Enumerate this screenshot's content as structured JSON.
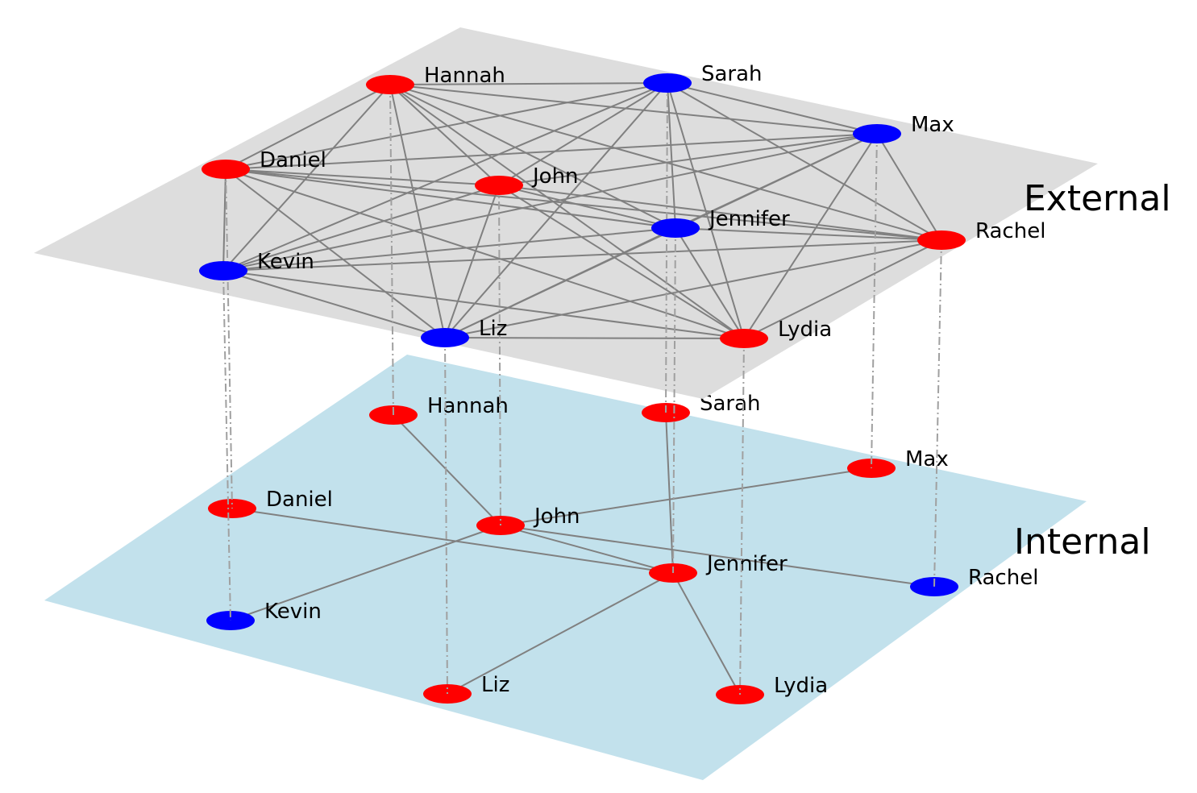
{
  "colors": {
    "external_plane": "#dddddd",
    "internal_plane": "#c2e1ec",
    "edge": "#808080",
    "red": "#ff0000",
    "blue": "#0000ff"
  },
  "layers": [
    {
      "key": "external",
      "title": "External",
      "nodes": [
        {
          "id": "Hannah",
          "label": "Hannah",
          "color": "red"
        },
        {
          "id": "Sarah",
          "label": "Sarah",
          "color": "blue"
        },
        {
          "id": "Max",
          "label": "Max",
          "color": "blue"
        },
        {
          "id": "Daniel",
          "label": "Daniel",
          "color": "red"
        },
        {
          "id": "John",
          "label": "John",
          "color": "red"
        },
        {
          "id": "Jennifer",
          "label": "Jennifer",
          "color": "blue"
        },
        {
          "id": "Rachel",
          "label": "Rachel",
          "color": "red"
        },
        {
          "id": "Kevin",
          "label": "Kevin",
          "color": "blue"
        },
        {
          "id": "Liz",
          "label": "Liz",
          "color": "blue"
        },
        {
          "id": "Lydia",
          "label": "Lydia",
          "color": "red"
        }
      ],
      "edges": [
        [
          "Hannah",
          "Sarah"
        ],
        [
          "Hannah",
          "Max"
        ],
        [
          "Hannah",
          "Daniel"
        ],
        [
          "Hannah",
          "Kevin"
        ],
        [
          "Hannah",
          "Liz"
        ],
        [
          "Hannah",
          "Lydia"
        ],
        [
          "Hannah",
          "Rachel"
        ],
        [
          "Hannah",
          "John"
        ],
        [
          "Hannah",
          "Jennifer"
        ],
        [
          "Sarah",
          "Max"
        ],
        [
          "Sarah",
          "Daniel"
        ],
        [
          "Sarah",
          "John"
        ],
        [
          "Sarah",
          "Jennifer"
        ],
        [
          "Sarah",
          "Rachel"
        ],
        [
          "Sarah",
          "Kevin"
        ],
        [
          "Sarah",
          "Liz"
        ],
        [
          "Sarah",
          "Lydia"
        ],
        [
          "Max",
          "Daniel"
        ],
        [
          "Max",
          "John"
        ],
        [
          "Max",
          "Jennifer"
        ],
        [
          "Max",
          "Rachel"
        ],
        [
          "Max",
          "Kevin"
        ],
        [
          "Max",
          "Liz"
        ],
        [
          "Max",
          "Lydia"
        ],
        [
          "Daniel",
          "John"
        ],
        [
          "Daniel",
          "Jennifer"
        ],
        [
          "Daniel",
          "Rachel"
        ],
        [
          "Daniel",
          "Kevin"
        ],
        [
          "Daniel",
          "Liz"
        ],
        [
          "Daniel",
          "Lydia"
        ],
        [
          "John",
          "Jennifer"
        ],
        [
          "John",
          "Rachel"
        ],
        [
          "John",
          "Kevin"
        ],
        [
          "John",
          "Liz"
        ],
        [
          "John",
          "Lydia"
        ],
        [
          "Jennifer",
          "Rachel"
        ],
        [
          "Jennifer",
          "Kevin"
        ],
        [
          "Jennifer",
          "Liz"
        ],
        [
          "Jennifer",
          "Lydia"
        ],
        [
          "Rachel",
          "Kevin"
        ],
        [
          "Rachel",
          "Liz"
        ],
        [
          "Rachel",
          "Lydia"
        ],
        [
          "Kevin",
          "Liz"
        ],
        [
          "Kevin",
          "Lydia"
        ],
        [
          "Liz",
          "Lydia"
        ]
      ]
    },
    {
      "key": "internal",
      "title": "Internal",
      "nodes": [
        {
          "id": "Hannah",
          "label": "Hannah",
          "color": "red"
        },
        {
          "id": "Sarah",
          "label": "Sarah",
          "color": "red"
        },
        {
          "id": "Max",
          "label": "Max",
          "color": "red"
        },
        {
          "id": "Daniel",
          "label": "Daniel",
          "color": "red"
        },
        {
          "id": "John",
          "label": "John",
          "color": "red"
        },
        {
          "id": "Jennifer",
          "label": "Jennifer",
          "color": "red"
        },
        {
          "id": "Rachel",
          "label": "Rachel",
          "color": "blue"
        },
        {
          "id": "Kevin",
          "label": "Kevin",
          "color": "blue"
        },
        {
          "id": "Liz",
          "label": "Liz",
          "color": "red"
        },
        {
          "id": "Lydia",
          "label": "Lydia",
          "color": "red"
        }
      ],
      "edges": [
        [
          "Hannah",
          "John"
        ],
        [
          "John",
          "Max"
        ],
        [
          "John",
          "Jennifer"
        ],
        [
          "John",
          "Kevin"
        ],
        [
          "John",
          "Rachel"
        ],
        [
          "Daniel",
          "Jennifer"
        ],
        [
          "Sarah",
          "Jennifer"
        ],
        [
          "Jennifer",
          "Liz"
        ],
        [
          "Jennifer",
          "Lydia"
        ]
      ]
    }
  ],
  "interlayer_links": [
    "Hannah",
    "Sarah",
    "Max",
    "Daniel",
    "John",
    "Jennifer",
    "Rachel",
    "Kevin",
    "Liz",
    "Lydia"
  ]
}
